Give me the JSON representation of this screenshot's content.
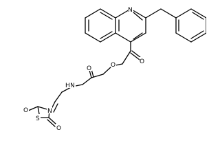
{
  "molecule": {
    "atoms": {
      "o_ring_ketone": "O",
      "s_ring": "S",
      "n_ring": "N",
      "o_ring_carbonyl": "O",
      "n_amide": "N",
      "h_amide": "H",
      "o_amide": "O",
      "o_ester": "O",
      "o_ester_carbonyl": "O",
      "n_quinoline": "N"
    }
  }
}
